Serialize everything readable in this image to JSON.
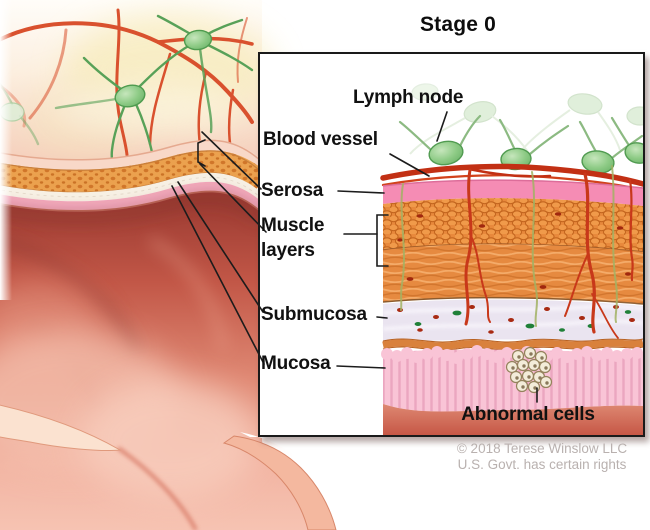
{
  "title": "Stage 0",
  "labels": {
    "lymph_node": "Lymph node",
    "blood_vessel": "Blood vessel",
    "serosa": "Serosa",
    "muscle_layers": "Muscle layers",
    "submucosa": "Submucosa",
    "mucosa": "Mucosa",
    "abnormal_cells": "Abnormal cells"
  },
  "credit": {
    "line1": "© 2018 Terese Winslow LLC",
    "line2": "U.S. Govt. has certain rights"
  },
  "colors": {
    "lymph_node_green": "#7cc276",
    "blood_vessel_red": "#c23014",
    "serosa_pink": "#f58cb4",
    "muscle_orange": "#e8893c",
    "submucosa_lavender": "#eae4f0",
    "mucosa_pink": "#f9c4d6",
    "interior_salmon": "#d4705c",
    "pointer_line": "#1c1c1c",
    "credit_gray": "#b9b1af"
  }
}
